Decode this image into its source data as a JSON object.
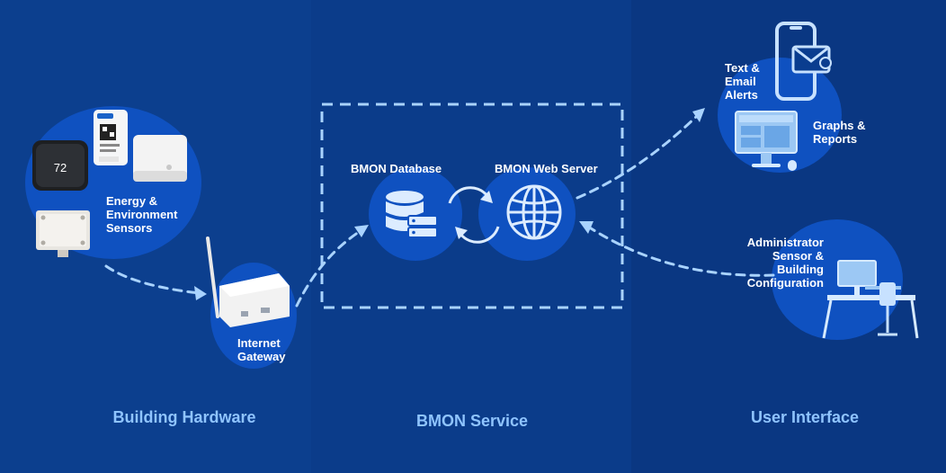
{
  "hardware": {
    "thermostat_display": "72",
    "sensors_label": [
      "Energy &",
      "Environment",
      "Sensors"
    ],
    "gateway_label": [
      "Internet",
      "Gateway"
    ]
  },
  "service": {
    "database_label": "BMON Database",
    "webserver_label": "BMON Web Server"
  },
  "interface": {
    "alerts_label": [
      "Text &",
      "Email",
      "Alerts"
    ],
    "graphs_label": [
      "Graphs &",
      "Reports"
    ],
    "admin_label": [
      "Administrator",
      "Sensor &",
      "Building",
      "Configuration"
    ]
  },
  "sections": {
    "hardware_title": "Building Hardware",
    "service_title": "BMON Service",
    "interface_title": "User Interface"
  },
  "colors": {
    "background": "#0b3c8a",
    "circle": "#0f51c0",
    "arrow": "#a9d3ff",
    "section_title": "#8fc4ff"
  }
}
